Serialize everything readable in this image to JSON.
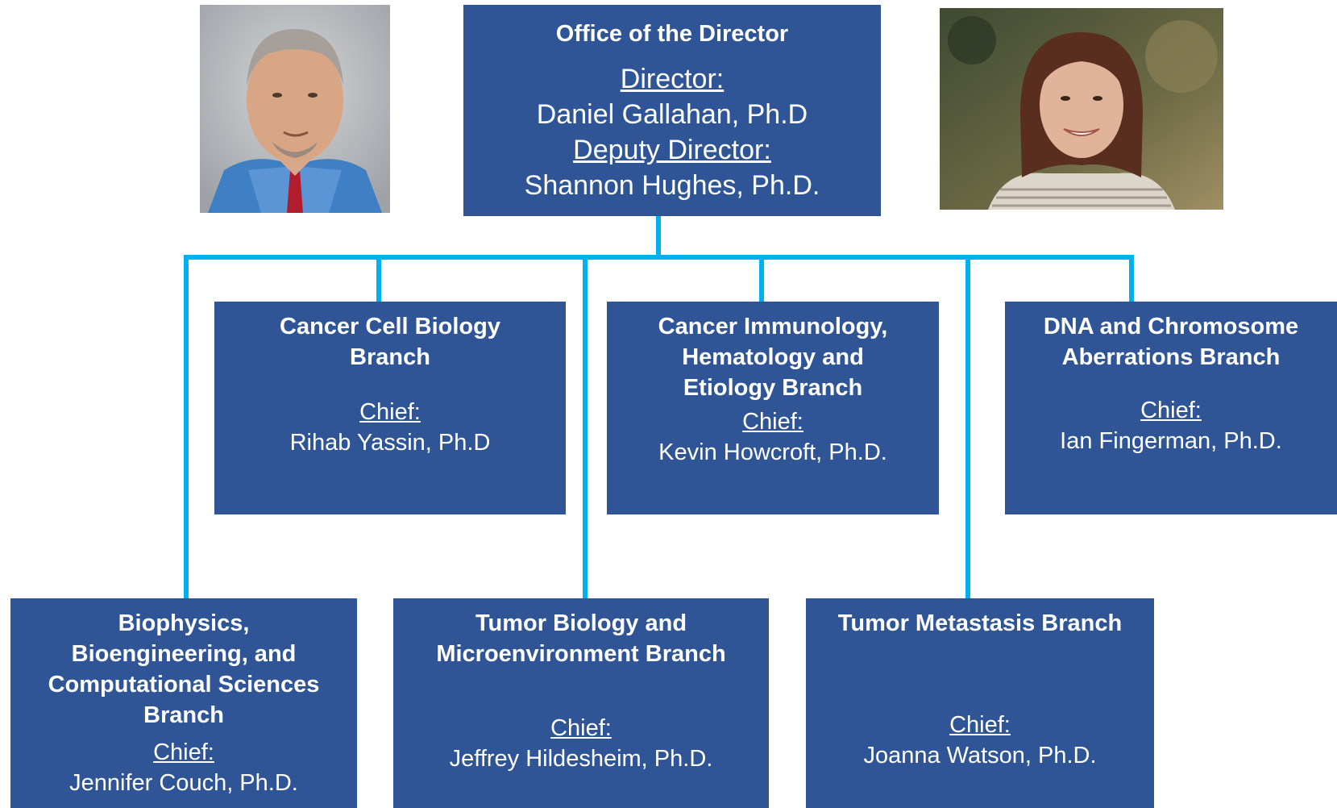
{
  "office": {
    "title": "Office of the Director",
    "director_role": "Director:",
    "director_name": "Daniel Gallahan, Ph.D",
    "deputy_role": "Deputy Director:",
    "deputy_name": "Shannon Hughes, Ph.D."
  },
  "photos": {
    "left": "portrait-photo-man",
    "right": "portrait-photo-woman"
  },
  "branches": [
    {
      "title_lines": [
        "Cancer  Cell Biology",
        "Branch"
      ],
      "role": "Chief:",
      "name": "Rihab Yassin, Ph.D"
    },
    {
      "title_lines": [
        "Cancer Immunology,",
        "Hematology and",
        "Etiology Branch"
      ],
      "role": "Chief:",
      "name": "Kevin Howcroft, Ph.D."
    },
    {
      "title_lines": [
        "DNA and Chromosome",
        "Aberrations Branch"
      ],
      "role": "Chief:",
      "name": "Ian Fingerman, Ph.D."
    },
    {
      "title_lines": [
        "Biophysics,",
        "Bioengineering, and",
        "Computational Sciences",
        "Branch"
      ],
      "role": "Chief:",
      "name": "Jennifer Couch, Ph.D."
    },
    {
      "title_lines": [
        "Tumor Biology and",
        "Microenvironment Branch"
      ],
      "role": "Chief:",
      "name": "Jeffrey Hildesheim, Ph.D."
    },
    {
      "title_lines": [
        "Tumor Metastasis Branch"
      ],
      "role": "Chief:",
      "name": "Joanna Watson, Ph.D."
    }
  ],
  "colors": {
    "box": "#2f5597",
    "connector": "#00b0f0",
    "text": "#ffffff"
  }
}
